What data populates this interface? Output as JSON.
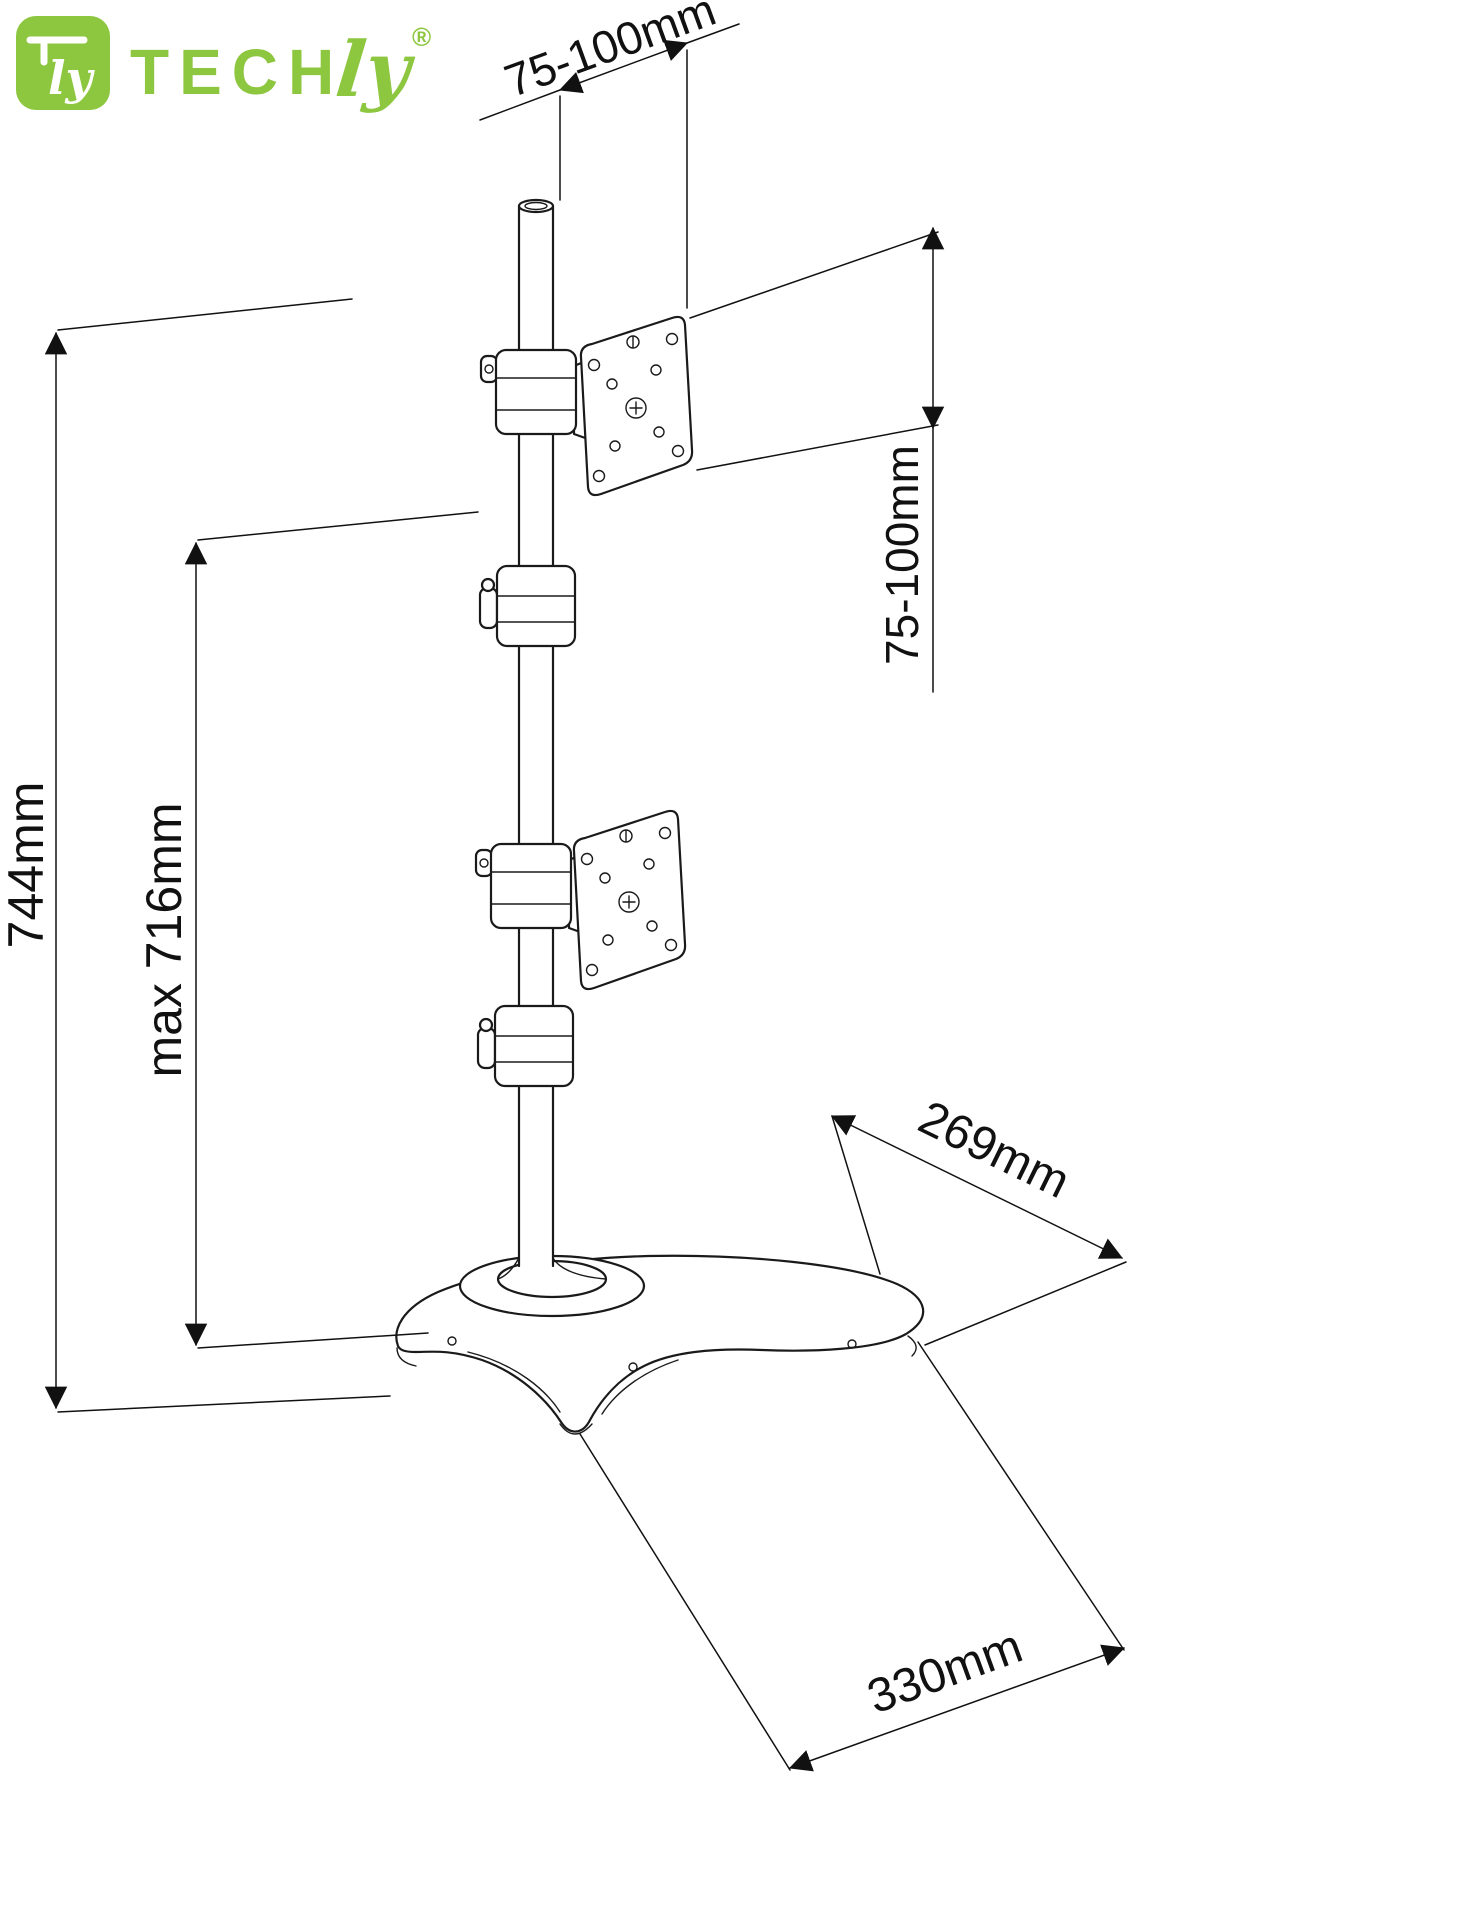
{
  "brand": {
    "word": "TECH",
    "script": "ly",
    "registered": "®",
    "icon_script": "ly",
    "color": "#8dc63f"
  },
  "dimensions": {
    "vesa_width_top": "75-100mm",
    "vesa_height_right": "75-100mm",
    "total_height_left": "744mm",
    "max_height_inner": "max 716mm",
    "base_depth": "269mm",
    "base_width": "330mm"
  },
  "diagram": {
    "line_color": "#1a1a1a"
  }
}
